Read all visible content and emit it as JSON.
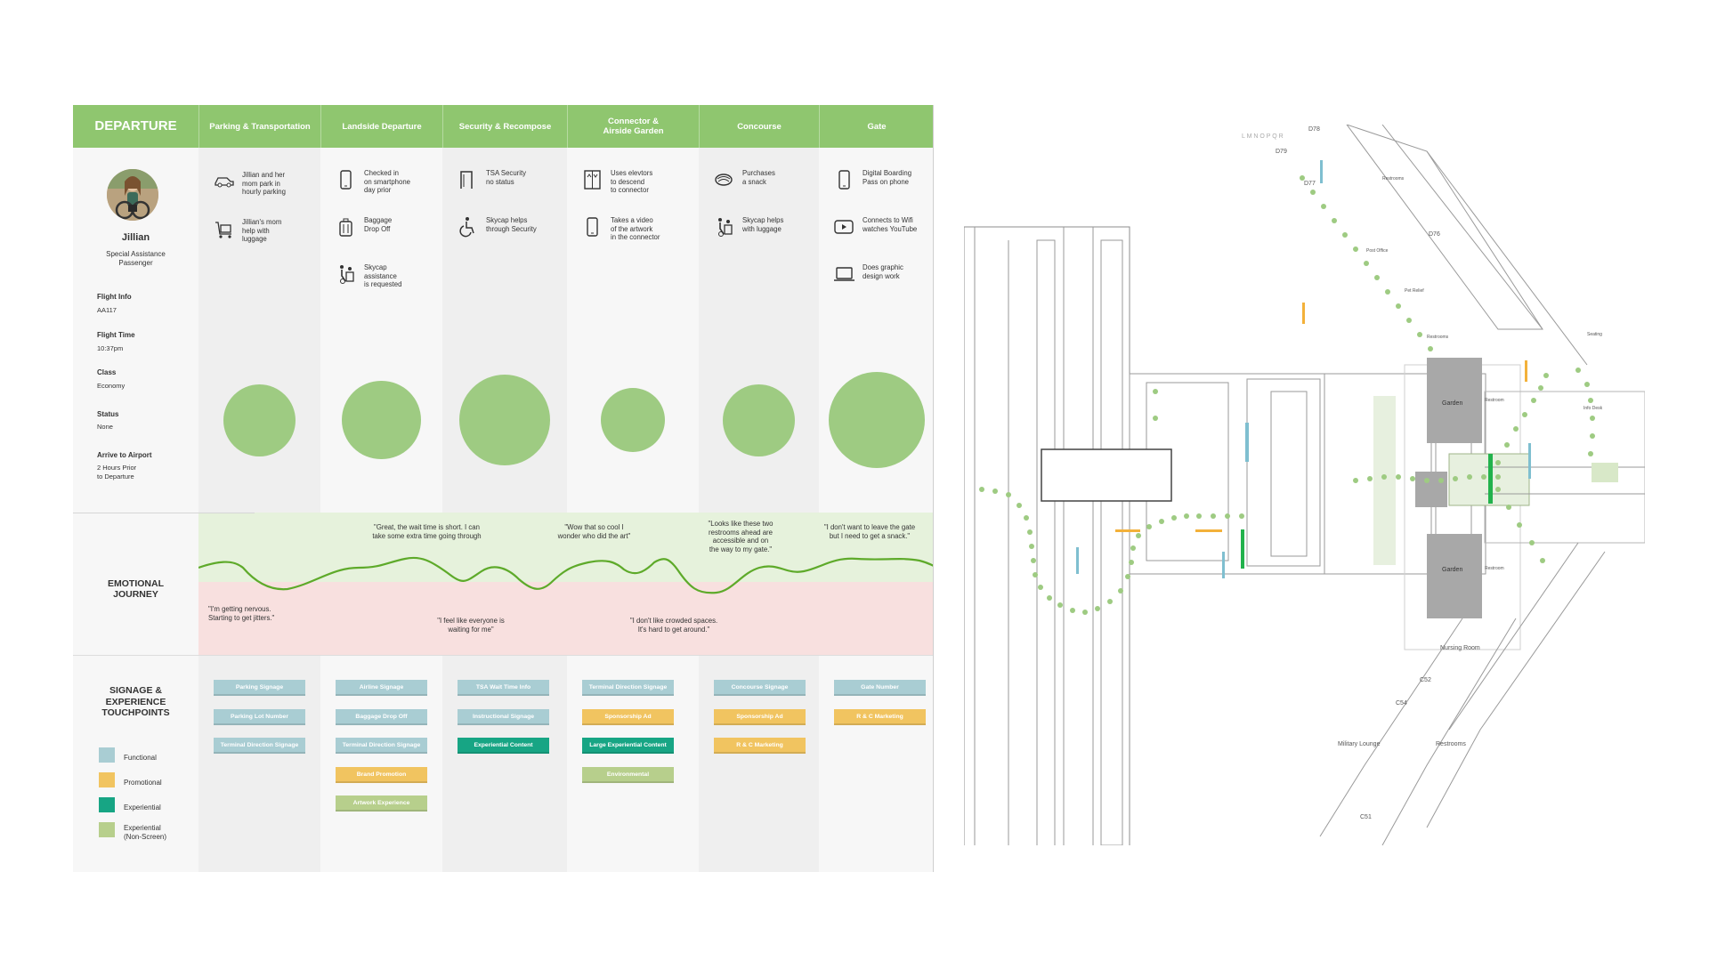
{
  "header": {
    "title": "DEPARTURE"
  },
  "stages": [
    "Parking & Transportation",
    "Landside Departure",
    "Security & Recompose",
    "Connector &\nAirside Garden",
    "Concourse",
    "Gate"
  ],
  "persona": {
    "name": "Jillian",
    "role": "Special Assistance\nPassenger",
    "info": [
      {
        "label": "Flight Info",
        "value": "AA117"
      },
      {
        "label": "Flight Time",
        "value": "10:37pm"
      },
      {
        "label": "Class",
        "value": "Economy"
      },
      {
        "label": "Status",
        "value": "None"
      },
      {
        "label": "Arrive to Airport",
        "value": "2 Hours Prior\nto Departure"
      }
    ]
  },
  "activities": [
    [
      {
        "icon": "car-icon",
        "text": "Jillian and her\nmom park in\nhourly parking"
      },
      {
        "icon": "luggage-cart-icon",
        "text": "Jillian's mom\nhelp with\nluggage"
      }
    ],
    [
      {
        "icon": "smartphone-icon",
        "text": "Checked in\non smartphone\nday prior"
      },
      {
        "icon": "suitcase-icon",
        "text": "Baggage\nDrop Off"
      },
      {
        "icon": "skycap-assist-icon",
        "text": "Skycap\nassistance\nis requested"
      }
    ],
    [
      {
        "icon": "security-gate-icon",
        "text": "TSA Security\nno status"
      },
      {
        "icon": "wheelchair-icon",
        "text": "Skycap helps\nthrough Security"
      }
    ],
    [
      {
        "icon": "elevator-icon",
        "text": "Uses elevtors\nto descend\nto connector"
      },
      {
        "icon": "smartphone-icon",
        "text": "Takes a video\nof the artwork\nin the connector"
      }
    ],
    [
      {
        "icon": "snack-icon",
        "text": "Purchases\na snack"
      },
      {
        "icon": "skycap-assist-icon",
        "text": "Skycap helps\nwith luggage"
      }
    ],
    [
      {
        "icon": "smartphone-icon",
        "text": "Digital Boarding\nPass on phone"
      },
      {
        "icon": "video-play-icon",
        "text": "Connects to Wifi\nwatches YouTube"
      },
      {
        "icon": "laptop-icon",
        "text": "Does graphic\ndesign work"
      }
    ]
  ],
  "engagement": [
    0.55,
    0.68,
    0.9,
    0.4,
    0.55,
    1.0
  ],
  "emotional": {
    "label": "EMOTIONAL\nJOURNEY",
    "positive_quotes": [
      "\"Great, the wait time is short. I can\ntake some extra time going through",
      "\"Wow that so cool I\nwonder who did the art\"",
      "\"Looks like these two\nrestrooms ahead are\naccessible and on\nthe way to my gate.\"",
      "\"I don't want to leave the gate\nbut I need to get a snack.\""
    ],
    "negative_quotes": [
      "\"I'm getting nervous.\nStarting to get jitters.\"",
      "\"I feel like everyone is\nwaiting for me\"",
      "\"I don't like crowded spaces.\nIt's hard to get around.\""
    ]
  },
  "signage": {
    "label": "SIGNAGE &\nEXPERIENCE\nTOUCHPOINTS",
    "legend": [
      {
        "label": "Functional",
        "color": "#a9cdd3"
      },
      {
        "label": "Promotional",
        "color": "#f1c460"
      },
      {
        "label": "Experiential",
        "color": "#17a584"
      },
      {
        "label": "Experiential\n(Non-Screen)",
        "color": "#b7cf8c"
      }
    ],
    "columns": [
      [
        {
          "label": "Parking Signage",
          "type": 0
        },
        {
          "label": "Parking Lot Number",
          "type": 0
        },
        {
          "label": "Terminal Direction Signage",
          "type": 0
        }
      ],
      [
        {
          "label": "Airline Signage",
          "type": 0
        },
        {
          "label": "Baggage Drop Off",
          "type": 0
        },
        {
          "label": "Terminal Direction Signage",
          "type": 0
        },
        {
          "label": "Brand Promotion",
          "type": 1
        },
        {
          "label": "Artwork Experience",
          "type": 3
        }
      ],
      [
        {
          "label": "TSA Wait Time Info",
          "type": 0
        },
        {
          "label": "Instructional Signage",
          "type": 0
        },
        {
          "label": "Experiential Content",
          "type": 2
        }
      ],
      [
        {
          "label": "Terminal Direction Signage",
          "type": 0
        },
        {
          "label": "Sponsorship Ad",
          "type": 1
        },
        {
          "label": "Large Experiential Content",
          "type": 2
        },
        {
          "label": "Environmental",
          "type": 3
        }
      ],
      [
        {
          "label": "Concourse Signage",
          "type": 0
        },
        {
          "label": "Sponsorship Ad",
          "type": 1
        },
        {
          "label": "R & C Marketing",
          "type": 1
        }
      ],
      [
        {
          "label": "Gate Number",
          "type": 0
        },
        {
          "label": "R & C Marketing",
          "type": 1
        }
      ]
    ]
  },
  "floorplan": {
    "letters": "L M N O P Q R",
    "labels": [
      "D79",
      "D78",
      "D77",
      "D76",
      "Restrooms",
      "Post Office",
      "Pet Relief",
      "Restrooms",
      "Seating",
      "Info\nDesk",
      "Restroom",
      "Garden",
      "Garden",
      "Restroom",
      "Nursing\nRoom",
      "C52",
      "C54",
      "Military\nLounge",
      "Restrooms",
      "C51"
    ]
  },
  "colors": {
    "header": "#8fc66f",
    "bubble": "#9ecb82",
    "line": "#5eaa2a",
    "pos": "#e6f2dc",
    "neg": "#f8e0df"
  }
}
